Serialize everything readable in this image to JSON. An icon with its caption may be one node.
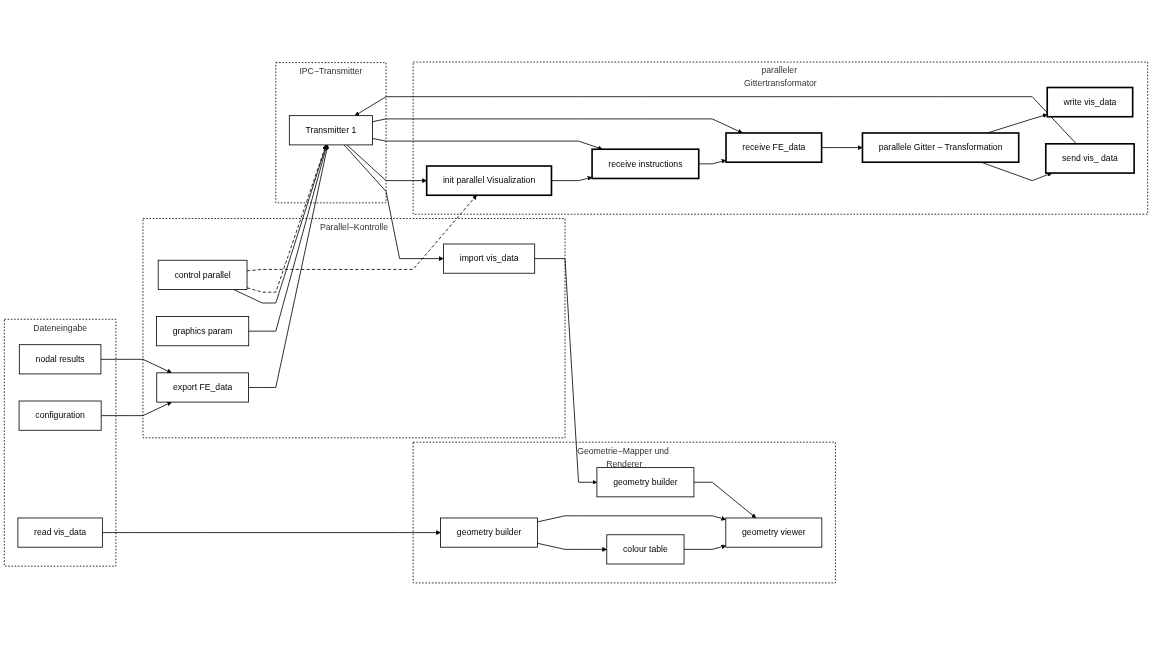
{
  "diagram": {
    "nodes": [
      {
        "text": [
          "Dateneingabe"
        ]
      },
      {
        "text": [
          "nodal results"
        ],
        "in": 0
      },
      {
        "text": [
          "configuration"
        ],
        "in": 0
      },
      {
        "text": [
          "read vis_data"
        ],
        "in": 0
      },
      {
        "text": [
          "Parallel−Kontrolle"
        ]
      },
      {
        "text": [
          "control parallel"
        ],
        "in": 4
      },
      {
        "text": [
          "graphics param"
        ],
        "in": 4
      },
      {
        "text": [
          "export FE_data"
        ],
        "in": 4
      },
      {
        "text": [
          "import vis_data"
        ],
        "in": 4
      },
      {
        "text": [
          "IPC−Transmitter"
        ]
      },
      {
        "text": [
          "Transmitter 1"
        ],
        "in": 9
      },
      {
        "text": [
          "paralleler Gittertransformator"
        ]
      },
      {
        "text": [
          "init parallel Visualization"
        ],
        "in": 11
      },
      {
        "text": [
          "receive instructions"
        ],
        "in": 11
      },
      {
        "text": [
          "receive FE_data"
        ],
        "in": 11
      },
      {
        "text": [
          "parallele Gitter – Transformation"
        ],
        "in": 11
      },
      {
        "text": [
          "send  vis_ data"
        ],
        "in": 11
      },
      {
        "text": [
          "write  vis_data"
        ],
        "in": 11
      },
      {
        "text": [
          "Geometrie−Mapper und Renderer"
        ]
      },
      {
        "text": [
          "geometry builder"
        ],
        "in": 18
      },
      {
        "text": [
          "geometry builder"
        ],
        "in": 18
      },
      {
        "text": [
          "colour table"
        ],
        "in": 18
      },
      {
        "text": [
          "geometry viewer"
        ],
        "in": 18
      }
    ],
    "edges": [
      {
        "from": 1,
        "to": 7,
        "arrow": "to"
      },
      {
        "from": 2,
        "to": 7,
        "arrow": "to"
      },
      {
        "from": 5,
        "to": 10,
        "arrow": "to"
      },
      {
        "from": 6,
        "to": 10,
        "arrow": "to"
      },
      {
        "from": 7,
        "to": 10,
        "arrow": "to"
      },
      {
        "from": 10,
        "to": 8,
        "arrow": "to"
      },
      {
        "from": 5,
        "to": 10,
        "arrow": "to",
        "style": "dashed"
      },
      {
        "from": 5,
        "to": 12,
        "arrow": "to",
        "style": "dashed"
      },
      {
        "from": 10,
        "to": 12,
        "arrow": "to"
      },
      {
        "from": 10,
        "to": 13,
        "arrow": "to"
      },
      {
        "from": 10,
        "to": 14,
        "arrow": "to"
      },
      {
        "from": 12,
        "to": 13,
        "arrow": "to"
      },
      {
        "from": 13,
        "to": 14,
        "arrow": "to"
      },
      {
        "from": 14,
        "to": 15,
        "arrow": "to"
      },
      {
        "from": 15,
        "to": 16,
        "arrow": "to"
      },
      {
        "from": 15,
        "to": 17,
        "arrow": "to"
      },
      {
        "from": 16,
        "to": 10,
        "arrow": "to"
      },
      {
        "from": 3,
        "to": 19,
        "arrow": "to"
      },
      {
        "from": 8,
        "to": 20,
        "arrow": "to"
      },
      {
        "from": 19,
        "to": 21,
        "arrow": "to"
      },
      {
        "from": 19,
        "to": 22,
        "arrow": "to"
      },
      {
        "from": 20,
        "to": 22,
        "arrow": "to"
      },
      {
        "from": 21,
        "to": 22,
        "arrow": "to"
      }
    ]
  }
}
